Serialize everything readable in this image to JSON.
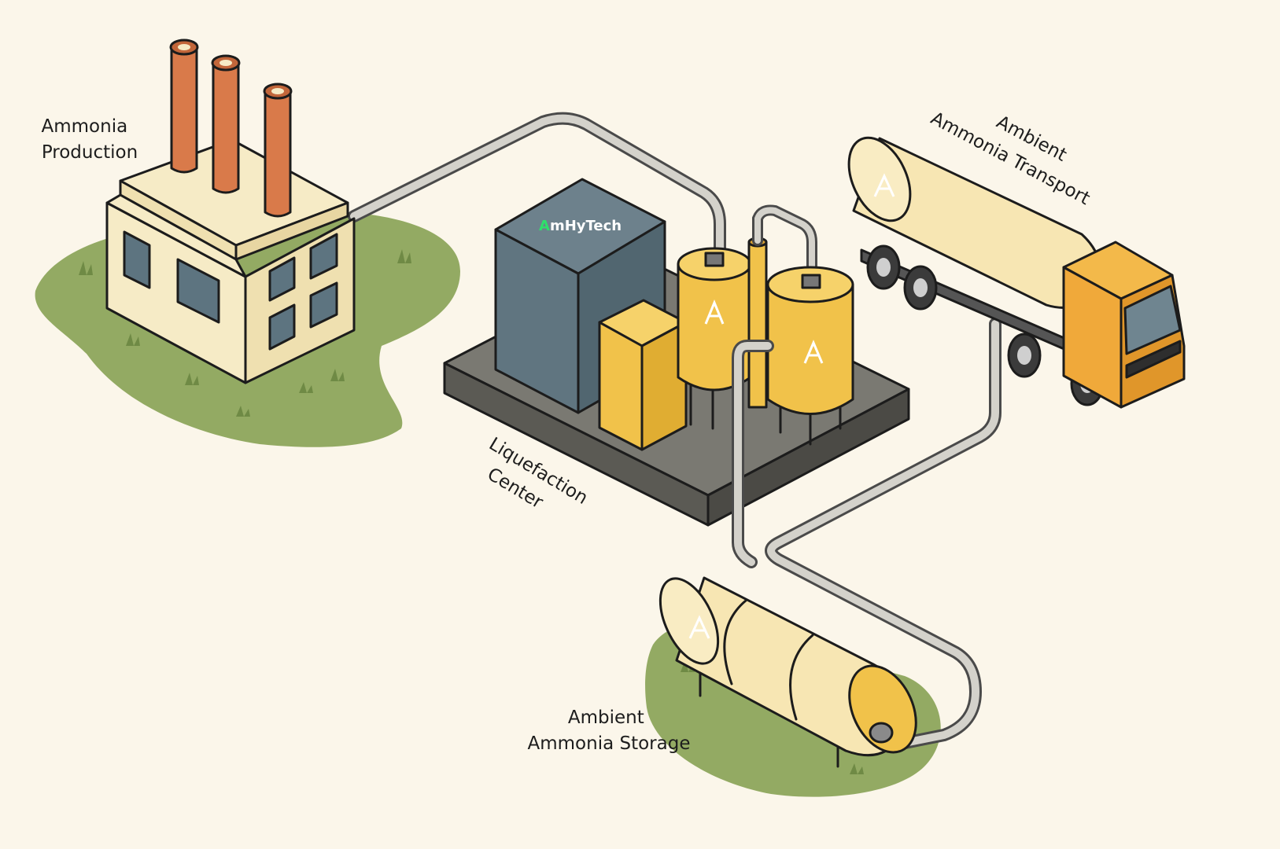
{
  "labels": {
    "production_line1": "Ammonia",
    "production_line2": "Production",
    "liquefaction_line1": "Liquefaction",
    "liquefaction_line2": "Center",
    "transport_line1": "Ambient",
    "transport_line2": "Ammonia Transport",
    "storage_line1": "Ambient",
    "storage_line2": "Ammonia Storage"
  },
  "brand": {
    "first_letter": "A",
    "rest": "mHyTech"
  },
  "colors": {
    "background": "#fbf6ea",
    "grass": "#93aa63",
    "building": "#f6ebc6",
    "chimney": "#d97a4a",
    "yellow": "#f1c24a",
    "slate": "#607580",
    "platform": "#6f6e68",
    "pipe": "#d4d2cb",
    "cream_tank": "#f7e6b3",
    "truck_orange": "#f0a93a"
  },
  "icons": [
    "factory-icon",
    "chimney-icon",
    "tank-icon",
    "truck-icon",
    "pipe-icon",
    "logo-icon"
  ]
}
